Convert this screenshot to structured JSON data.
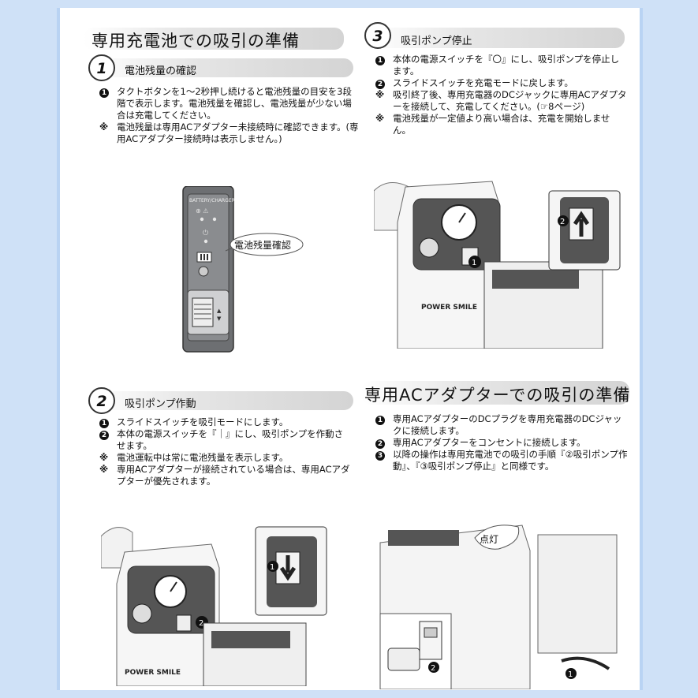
{
  "battery_section": {
    "title": "専用充電池での吸引の準備",
    "step1": {
      "number": "1",
      "heading": "電池残量の確認",
      "items": [
        {
          "marker": "1",
          "text": "タクトボタンを1〜2秒押し続けると電池残量の目安を3段階で表示します。電池残量を確認し、電池残量が少ない場合は充電してください。"
        },
        {
          "marker": "※",
          "text": "電池残量は専用ACアダプター未接続時に確認できます。(専用ACアダプター接続時は表示しません。)"
        }
      ],
      "panel_label": "BATTERY/CHARGER",
      "callout": "電池残量確認"
    },
    "step2": {
      "number": "2",
      "heading": "吸引ポンプ作動",
      "items": [
        {
          "marker": "1",
          "text": "スライドスイッチを吸引モードにします。"
        },
        {
          "marker": "2",
          "text": "本体の電源スイッチを『｜』にし、吸引ポンプを作動させます。"
        },
        {
          "marker": "※",
          "text": "電池運転中は常に電池残量を表示します。"
        },
        {
          "marker": "※",
          "text": "専用ACアダプターが接続されている場合は、専用ACアダプターが優先されます。"
        }
      ]
    },
    "step3": {
      "number": "3",
      "heading": "吸引ポンプ停止",
      "items": [
        {
          "marker": "1",
          "text": "本体の電源スイッチを『〇』にし、吸引ポンプを停止します。"
        },
        {
          "marker": "2",
          "text": "スライドスイッチを充電モードに戻します。"
        },
        {
          "marker": "※",
          "text": "吸引終了後、専用充電器のDCジャックに専用ACアダプターを接続して、充電してください。(☞8ページ)"
        },
        {
          "marker": "※",
          "text": "電池残量が一定値より高い場合は、充電を開始しません。"
        }
      ]
    }
  },
  "ac_section": {
    "title": "専用ACアダプターでの吸引の準備",
    "items": [
      {
        "marker": "1",
        "text": "専用ACアダプターのDCプラグを専用充電器のDCジャックに接続します。"
      },
      {
        "marker": "2",
        "text": "専用ACアダプターをコンセントに接続します。"
      },
      {
        "marker": "3",
        "text": "以降の操作は専用充電池での吸引の手順『②吸引ポンプ作動』、『③吸引ポンプ停止』と同様です。"
      }
    ],
    "callout": "点灯"
  },
  "device_label": "POWER SMILE",
  "colors": {
    "page_bg": "#cfe1f7",
    "panel_dark": "#6d6f72"
  }
}
